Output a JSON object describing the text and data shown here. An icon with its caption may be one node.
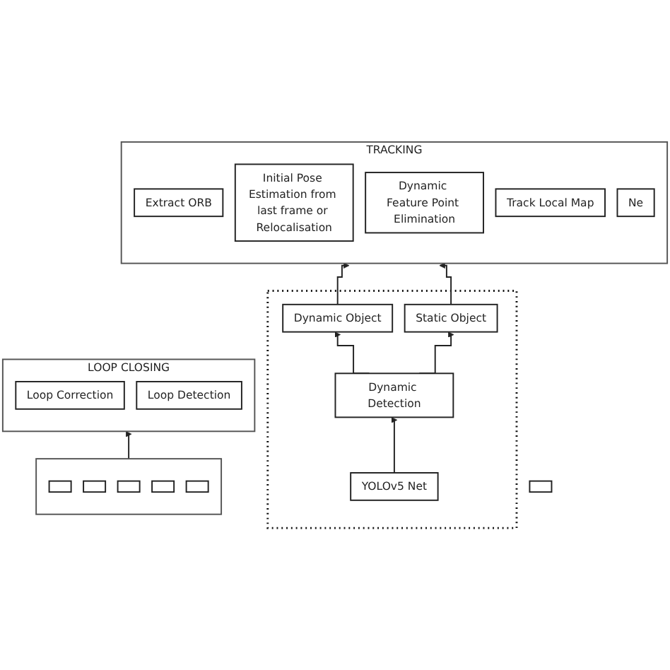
{
  "diagram": {
    "nodes": [
      {
        "text": [
          "TRACKING"
        ]
      },
      {
        "text": [
          "Extract ORB"
        ],
        "in": 0
      },
      {
        "text": [
          "Initial Pose Estimation from last frame or Relocalisation"
        ],
        "in": 0
      },
      {
        "text": [
          "Dynamic Feature Point Elimination"
        ],
        "in": 0
      },
      {
        "text": [
          "Track Local Map"
        ],
        "in": 0
      },
      {
        "text": [
          "Ne"
        ],
        "in": 0
      },
      {
        "text": [],
        "shape": "box"
      },
      {
        "text": [],
        "shape": "box"
      },
      {
        "text": [
          "YOLOv5 Net"
        ],
        "in": 7
      },
      {
        "text": [
          "Dynamic Detection"
        ],
        "in": 7
      },
      {
        "text": [
          "Dynamic Object"
        ],
        "in": 7
      },
      {
        "text": [
          "Static Object"
        ],
        "in": 7
      },
      {
        "text": [],
        "shape": "box"
      },
      {
        "text": [],
        "shape": "box",
        "in": 12
      },
      {
        "text": [],
        "shape": "box",
        "in": 12
      },
      {
        "text": [],
        "shape": "box",
        "in": 12
      },
      {
        "text": [],
        "shape": "box",
        "in": 12
      },
      {
        "text": [],
        "shape": "box",
        "in": 12
      },
      {
        "text": [
          "LOOP CLOSING"
        ]
      },
      {
        "text": [
          "Loop Correction"
        ],
        "in": 18
      },
      {
        "text": [
          "Loop Detection"
        ],
        "in": 18
      }
    ],
    "edges": [
      {
        "from": 8,
        "to": 9,
        "arrow": "to"
      },
      {
        "from": 9,
        "to": 10,
        "arrow": "to"
      },
      {
        "from": 9,
        "to": 11,
        "arrow": "to"
      },
      {
        "from": 10,
        "to": 0,
        "arrow": "to"
      },
      {
        "from": 11,
        "to": 0,
        "arrow": "to"
      },
      {
        "from": 12,
        "to": 18,
        "arrow": "to"
      }
    ]
  }
}
